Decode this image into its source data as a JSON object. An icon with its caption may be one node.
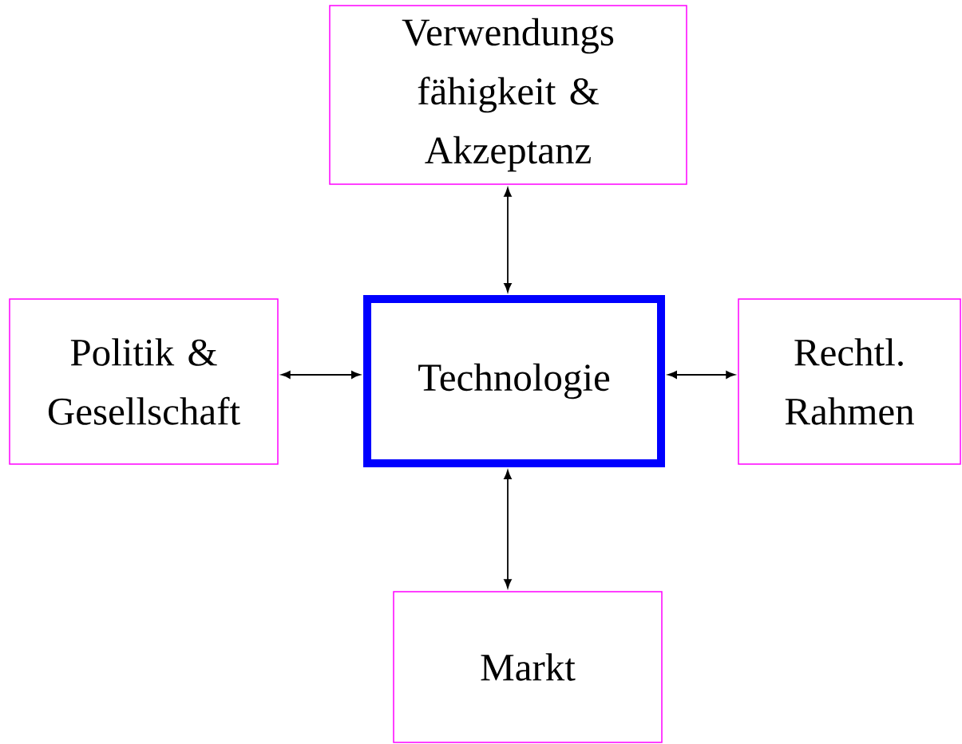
{
  "diagram": {
    "nodes": [
      {
        "text": [
          "Verwendungs fähigkeit & Akzeptanz"
        ]
      },
      {
        "text": [
          "Politik & Gesellschaft"
        ]
      },
      {
        "text": [
          "Technologie"
        ]
      },
      {
        "text": [
          "Rechtl. Rahmen"
        ]
      },
      {
        "text": [
          "Markt"
        ]
      }
    ],
    "edges": [
      {
        "from": 0,
        "to": 2,
        "arrow": "both"
      },
      {
        "from": 1,
        "to": 2,
        "arrow": "both"
      },
      {
        "from": 2,
        "to": 3,
        "arrow": "both"
      },
      {
        "from": 2,
        "to": 4,
        "arrow": "both"
      }
    ]
  }
}
